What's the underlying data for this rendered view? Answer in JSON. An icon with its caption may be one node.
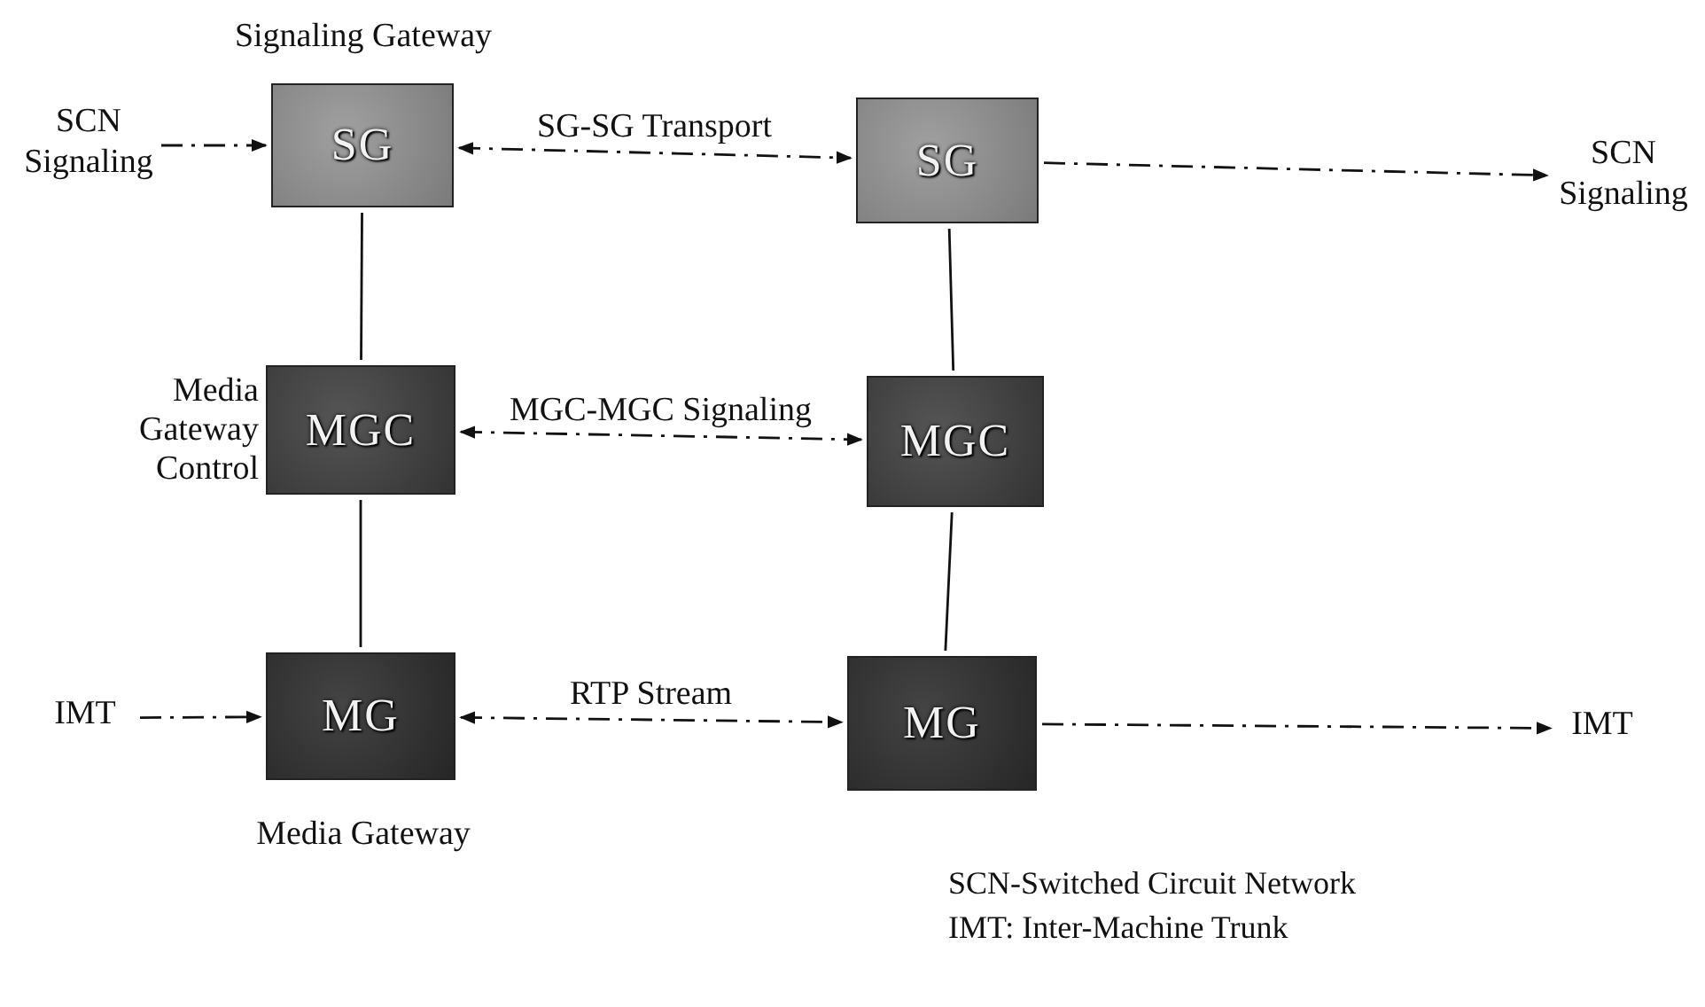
{
  "diagram": {
    "nodes": [
      {
        "text": [
          "SG"
        ],
        "beside": [
          "Signaling Gateway"
        ]
      },
      {
        "text": [
          "SG"
        ]
      },
      {
        "text": [
          "MGC"
        ],
        "beside": [
          "Media Gateway Control"
        ]
      },
      {
        "text": [
          "MGC"
        ]
      },
      {
        "text": [
          "MG"
        ],
        "beside": [
          "Media Gateway"
        ]
      },
      {
        "text": [
          "MG"
        ]
      },
      {
        "text": [
          "SCN Signaling"
        ]
      },
      {
        "text": [
          "SCN Signaling"
        ]
      },
      {
        "text": [
          "IMT"
        ]
      },
      {
        "text": [
          "IMT"
        ]
      }
    ],
    "edges": [
      {
        "from": 6,
        "to": 0,
        "arrow": "to",
        "style": "dashed"
      },
      {
        "from": 0,
        "to": 1,
        "arrow": "both",
        "label": "SG-SG Transport",
        "style": "dashed"
      },
      {
        "from": 1,
        "to": 7,
        "arrow": "to",
        "style": "dashed"
      },
      {
        "from": 2,
        "to": 3,
        "arrow": "both",
        "label": "MGC-MGC Signaling",
        "style": "dashed"
      },
      {
        "from": 8,
        "to": 4,
        "arrow": "to",
        "style": "dashed"
      },
      {
        "from": 4,
        "to": 5,
        "arrow": "both",
        "label": "RTP Stream",
        "style": "dashed"
      },
      {
        "from": 5,
        "to": 9,
        "arrow": "to",
        "style": "dashed"
      },
      {
        "from": 0,
        "to": 2,
        "arrow": "none"
      },
      {
        "from": 1,
        "to": 3,
        "arrow": "none"
      },
      {
        "from": 2,
        "to": 4,
        "arrow": "none"
      },
      {
        "from": 3,
        "to": 5,
        "arrow": "none"
      }
    ],
    "labels": [
      "SCN-Switched Circuit Network",
      "IMT: Inter-Machine Trunk"
    ]
  }
}
